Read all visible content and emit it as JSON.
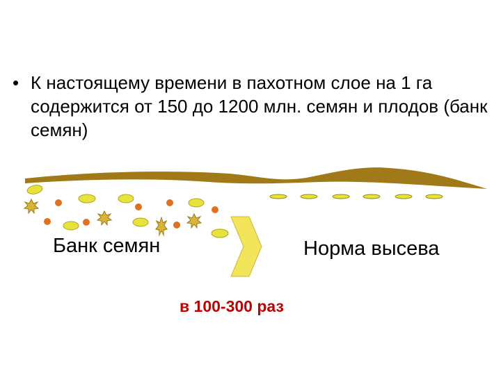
{
  "bullet": {
    "marker": "•",
    "text": "К настоящему времени в пахотном слое на 1 га содержится от 150 до 1200 млн. семян и плодов (банк семян)"
  },
  "diagram": {
    "bank_label": "Банк семян",
    "norm_label": "Норма высева",
    "ratio_label": "в 100-300 раз",
    "soil_color": "#a07a18",
    "seed_color": "#e6e43c",
    "dot_color": "#e07020",
    "spiky_color": "#d8b43a",
    "arrow_color": "#f2e55c"
  }
}
